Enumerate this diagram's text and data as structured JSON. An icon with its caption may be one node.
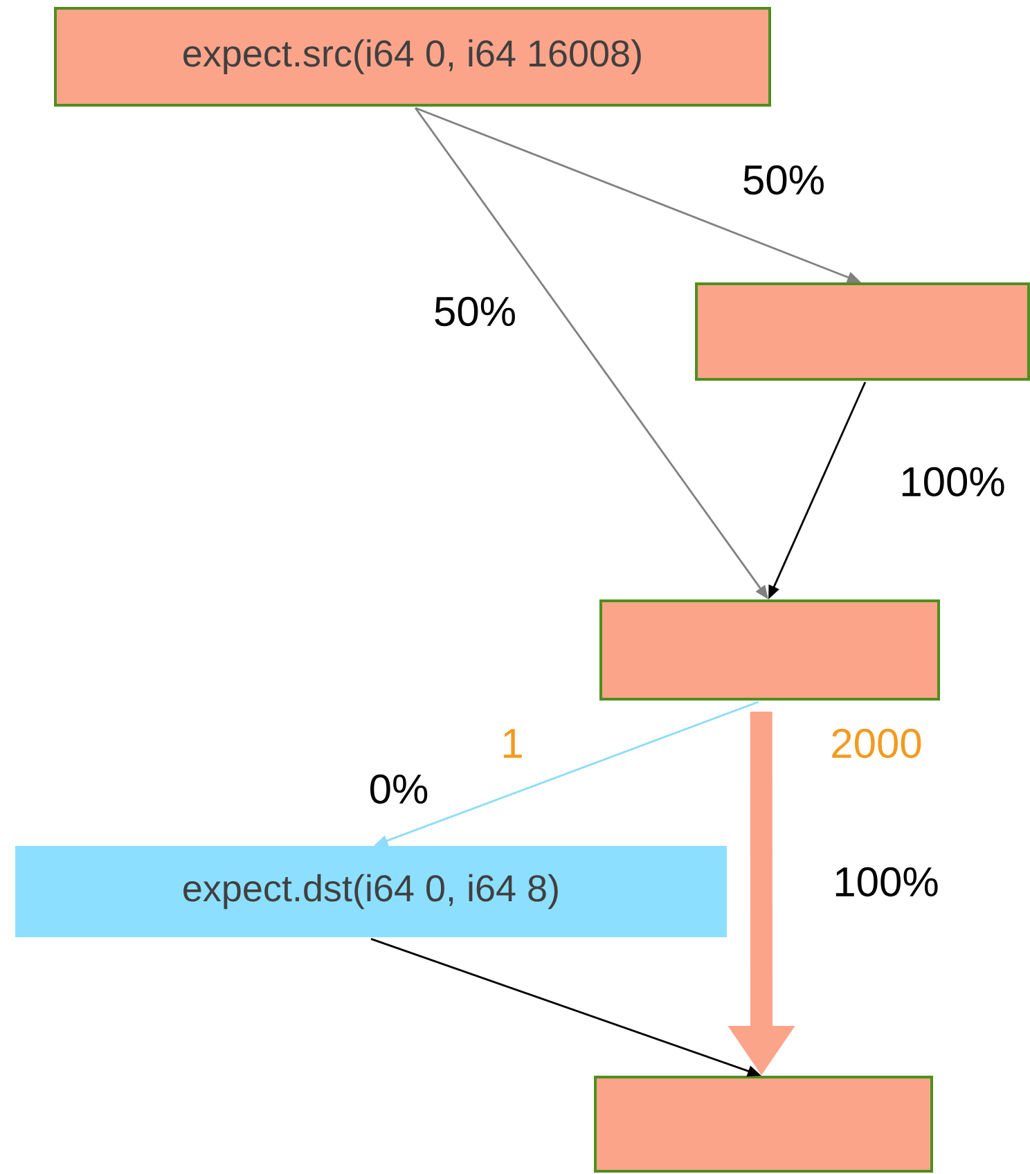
{
  "diagram": {
    "nodes": [
      {
        "text": [
          "expect.src(i64 0, i64 16008)"
        ]
      },
      {
        "text": [],
        "shape": "box"
      },
      {
        "text": [],
        "shape": "box"
      },
      {
        "text": [
          "expect.dst(i64 0, i64 8)"
        ]
      },
      {
        "text": [],
        "shape": "box"
      }
    ],
    "edges": [
      {
        "from": 0,
        "to": 1,
        "arrow": "to",
        "label": "50%",
        "color": "#808080"
      },
      {
        "from": 0,
        "to": 2,
        "arrow": "to",
        "label": "50%",
        "color": "#808080"
      },
      {
        "from": 1,
        "to": 2,
        "arrow": "to",
        "label": "100%",
        "color": "#000000"
      },
      {
        "from": 2,
        "to": 3,
        "arrow": "to",
        "label": "0%",
        "color": "#8ddcfb"
      },
      {
        "from": 2,
        "to": 4,
        "arrow": "to",
        "label": "100%",
        "style": "thick",
        "color": "#fca48a"
      },
      {
        "from": 3,
        "to": 4,
        "arrow": "to",
        "color": "#000000"
      }
    ],
    "labels": [
      "1",
      "2000"
    ]
  }
}
